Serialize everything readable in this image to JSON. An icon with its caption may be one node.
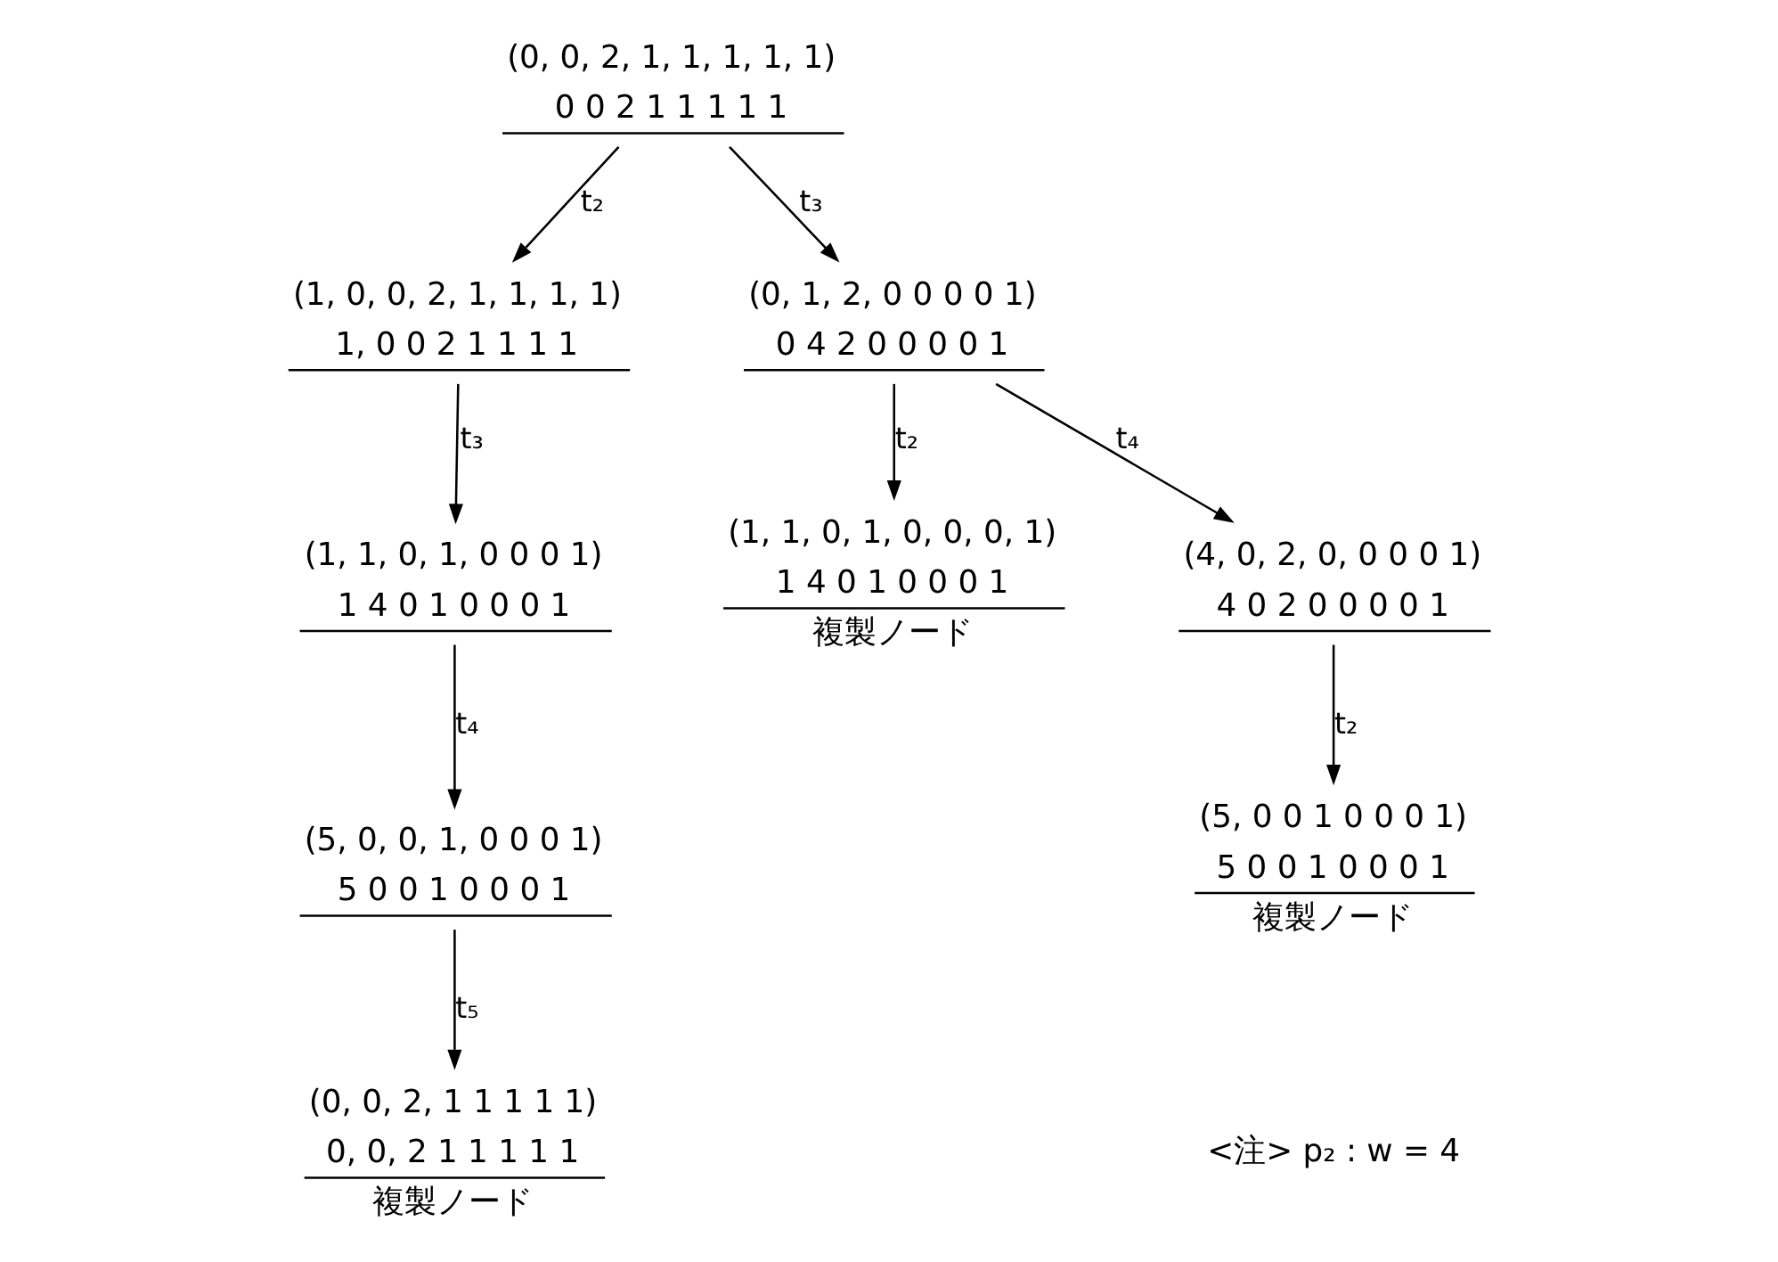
{
  "diagram": {
    "nodes": [
      {
        "text": [
          "(0, 0, 2, 1, 1, 1, 1, 1)",
          "0 0 2 1 1 1 1 1"
        ]
      },
      {
        "text": [
          "(1, 0, 0, 2, 1, 1, 1, 1)",
          "1, 0 0 2 1 1 1 1"
        ]
      },
      {
        "text": [
          "(0, 1, 2, 0 0 0 0 1)",
          "0 4 2 0 0 0 0 1"
        ]
      },
      {
        "text": [
          "(1, 1, 0, 1, 0 0 0 1)",
          "1 4 0 1 0 0 0 1"
        ]
      },
      {
        "text": [
          "(1, 1, 0, 1, 0, 0, 0, 1)",
          "1 4 0 1 0 0 0 1",
          "複製ノード"
        ]
      },
      {
        "text": [
          "(4, 0, 2, 0, 0 0 0 1)",
          "4 0 2 0 0 0 0 1"
        ]
      },
      {
        "text": [
          "(5, 0, 0, 1, 0 0 0 1)",
          "5 0 0 1 0 0 0 1"
        ]
      },
      {
        "text": [
          "(5, 0 0 1 0 0 0 1)",
          "5 0 0 1 0 0 0 1",
          "複製ノード"
        ]
      },
      {
        "text": [
          "(0, 0, 2, 1 1 1 1 1)",
          "0, 0, 2 1 1 1 1 1",
          "複製ノード"
        ]
      }
    ],
    "edges": [
      {
        "from": 0,
        "to": 1,
        "arrow": "to",
        "label": "t₂"
      },
      {
        "from": 0,
        "to": 2,
        "arrow": "to",
        "label": "t₃"
      },
      {
        "from": 1,
        "to": 3,
        "arrow": "to",
        "label": "t₃"
      },
      {
        "from": 2,
        "to": 4,
        "arrow": "to",
        "label": "t₂"
      },
      {
        "from": 2,
        "to": 5,
        "arrow": "to",
        "label": "t₄"
      },
      {
        "from": 3,
        "to": 6,
        "arrow": "to",
        "label": "t₄"
      },
      {
        "from": 5,
        "to": 7,
        "arrow": "to",
        "label": "t₂"
      },
      {
        "from": 6,
        "to": 8,
        "arrow": "to",
        "label": "t₅"
      }
    ],
    "labels": [
      "<注> p₂ : w = 4"
    ]
  }
}
